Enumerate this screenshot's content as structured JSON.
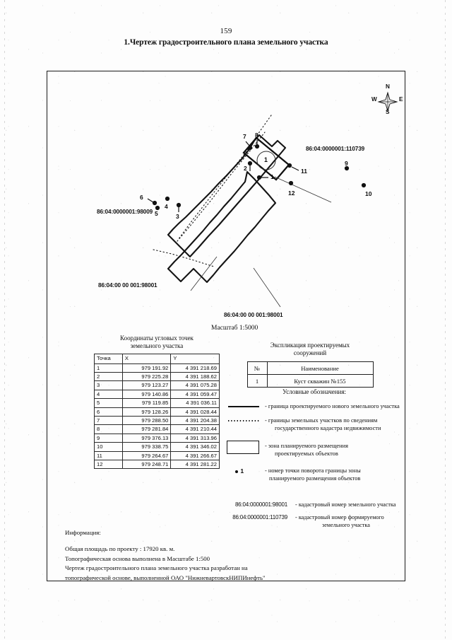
{
  "document": {
    "page_number": "159",
    "title": "1.Чертеж градостроительного плана земельного участка"
  },
  "map": {
    "scale_label": "Масштаб 1:5000",
    "cadastral_labels": [
      {
        "id": "cad-98009",
        "text": "86:04:0000001:98009"
      },
      {
        "id": "cad-98001-left",
        "text": "86:04:00 00 001:98001"
      },
      {
        "id": "cad-98001-bottom",
        "text": "86:04:00 00 001:98001"
      },
      {
        "id": "cad-110739",
        "text": "86:04:0000001:110739"
      }
    ],
    "point_numbers": [
      "1",
      "2",
      "3",
      "4",
      "5",
      "6",
      "7",
      "8",
      "9",
      "10",
      "11",
      "12"
    ],
    "zone_marker_label": "1",
    "compass": {
      "north": "N",
      "south": "S",
      "east": "E",
      "west": "W"
    }
  },
  "coordinates_table": {
    "caption_line1": "Координаты угловых точек",
    "caption_line2": "земельного участка",
    "headers": [
      "Точка",
      "X",
      "Y"
    ],
    "rows": [
      {
        "point": "1",
        "x": "979 191.92",
        "y": "4 391 218.69"
      },
      {
        "point": "2",
        "x": "979 225.28",
        "y": "4 391 188.62"
      },
      {
        "point": "3",
        "x": "979 123.27",
        "y": "4 391 075.28"
      },
      {
        "point": "4",
        "x": "979 140.86",
        "y": "4 391 059.47"
      },
      {
        "point": "5",
        "x": "979 119.85",
        "y": "4 391 036.11"
      },
      {
        "point": "6",
        "x": "979 128.26",
        "y": "4 391 028.44"
      },
      {
        "point": "7",
        "x": "979 288.50",
        "y": "4 391 204.38"
      },
      {
        "point": "8",
        "x": "979 281.84",
        "y": "4 391 210.44"
      },
      {
        "point": "9",
        "x": "979 376.13",
        "y": "4 391 313.96"
      },
      {
        "point": "10",
        "x": "979 338.75",
        "y": "4 391 346.02"
      },
      {
        "point": "11",
        "x": "979 264.67",
        "y": "4 391 266.67"
      },
      {
        "point": "12",
        "x": "979 248.71",
        "y": "4 391 281.22"
      }
    ]
  },
  "explication": {
    "caption_line1": "Экспликация проектируемых",
    "caption_line2": "сооружений",
    "headers": [
      "№",
      "Наименование"
    ],
    "rows": [
      {
        "no": "1",
        "name": "Куст скважин №155"
      }
    ]
  },
  "legend": {
    "title": "Условные обозначения:",
    "items": [
      {
        "symbol": "solid-line",
        "line1": "- граница проектируемого нового земельного участка",
        "line2": ""
      },
      {
        "symbol": "dotted-line",
        "line1": "- границы земельных участков по сведениям",
        "line2": "государственного кадастра недвижимости"
      },
      {
        "symbol": "zone-box",
        "line1": "- зона планируемого размещения",
        "line2": "проектируемых объектов"
      },
      {
        "symbol": "point-marker",
        "marker_label": "1",
        "line1": "- номер точки поворота границы зоны",
        "line2": "планируемого размещения объектов"
      }
    ],
    "cadastral_notes": [
      {
        "code": "86:04:0000001:98001",
        "line1": "- кадастровый номер земельного участка",
        "line2": ""
      },
      {
        "code": "86:04:0000001:110739",
        "line1": "- кадастровый номер формируемого",
        "line2": "земельного участка"
      }
    ]
  },
  "information": {
    "title": "Информация:",
    "lines": [
      "Общая площадь по проекту : 17920 кв. м.",
      "Топографическая основа выполнена в Масштабе 1:500",
      "Чертеж градостроительного плана земельного участка разработан на",
      "топографической основе, выполненной ОАО \"НижневартовскНИПИнефть\""
    ]
  }
}
